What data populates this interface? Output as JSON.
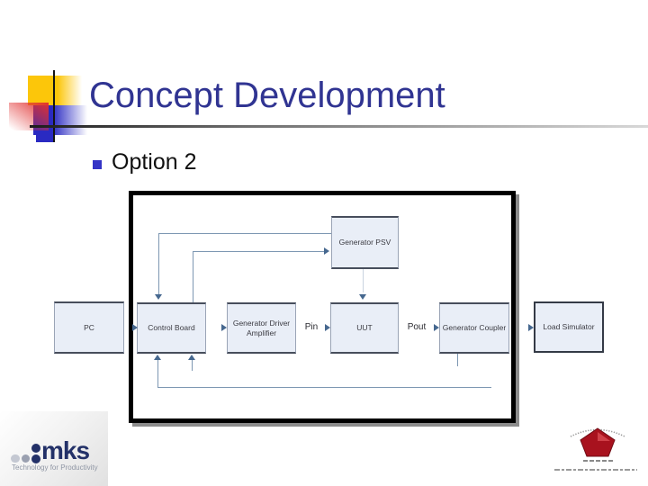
{
  "slide": {
    "title": "Concept Development",
    "bullet_text": "Option 2"
  },
  "diagram": {
    "blocks": {
      "pc": {
        "label": "PC"
      },
      "control_board": {
        "label": "Control Board"
      },
      "generator_driver_amplifier": {
        "label": "Generator Driver Amplifier"
      },
      "generator_psv": {
        "label": "Generator PSV"
      },
      "uut": {
        "label": "UUT"
      },
      "generator_coupler": {
        "label": "Generator Coupler"
      },
      "load_simulator": {
        "label": "Load Simulator"
      }
    },
    "signal_labels": {
      "pin": "Pin",
      "pout": "Pout"
    },
    "connections": [
      {
        "from": "pc",
        "to": "control_board",
        "style": "arrow-right"
      },
      {
        "from": "control_board",
        "to": "generator_driver_amplifier",
        "style": "arrow-right"
      },
      {
        "from": "generator_driver_amplifier",
        "to": "uut",
        "via_label": "Pin",
        "style": "arrow-right"
      },
      {
        "from": "uut",
        "to": "generator_coupler",
        "via_label": "Pout",
        "style": "arrow-right"
      },
      {
        "from": "generator_coupler",
        "to": "load_simulator",
        "style": "arrow-right"
      },
      {
        "from": "generator_psv",
        "to": "control_board",
        "style": "elbow-down-arrow"
      },
      {
        "from": "control_board",
        "to": "generator_psv",
        "style": "elbow-right-arrow"
      },
      {
        "from": "generator_psv",
        "to": "uut",
        "style": "down-arrow"
      },
      {
        "from": "generator_coupler",
        "to": "control_board",
        "style": "feedback-bottom-up-arrow"
      }
    ]
  },
  "footer": {
    "mks_logo": {
      "wordmark": "mks",
      "tagline": "Technology for Productivity"
    }
  },
  "colors": {
    "title": "#303492",
    "accent_yellow": "#fcc60a",
    "accent_red": "#e03030",
    "accent_blue": "#2a2ac2",
    "bullet_marker": "#3434c6",
    "box_fill": "#e9eef7",
    "box_border_dark": "#474e5c",
    "connector": "#7d97b2",
    "arrow": "#46688f",
    "frame_border": "#000000",
    "mks_navy": "#233168",
    "pentagon_red": "#a8121e"
  }
}
